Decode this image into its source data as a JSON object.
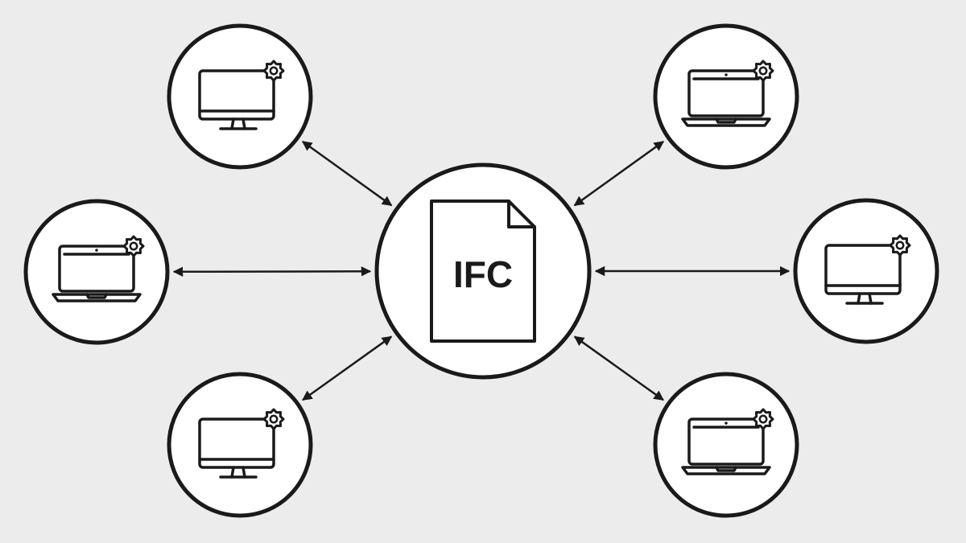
{
  "colors": {
    "background": "#ececec",
    "ink": "#1a1a1a",
    "node_fill": "#ffffff"
  },
  "hub": {
    "icon": "document-icon",
    "label": "IFC"
  },
  "clients": [
    {
      "id": "top-left",
      "icon": "desktop-monitor-icon",
      "badge": "gear-icon"
    },
    {
      "id": "middle-left",
      "icon": "laptop-icon",
      "badge": "gear-icon"
    },
    {
      "id": "bottom-left",
      "icon": "desktop-monitor-icon",
      "badge": "gear-icon"
    },
    {
      "id": "top-right",
      "icon": "laptop-icon",
      "badge": "gear-icon"
    },
    {
      "id": "middle-right",
      "icon": "desktop-monitor-icon",
      "badge": "gear-icon"
    },
    {
      "id": "bottom-right",
      "icon": "laptop-icon",
      "badge": "gear-icon"
    }
  ],
  "connections": [
    {
      "from": "top-left",
      "to": "hub",
      "direction": "bidirectional"
    },
    {
      "from": "middle-left",
      "to": "hub",
      "direction": "bidirectional"
    },
    {
      "from": "bottom-left",
      "to": "hub",
      "direction": "bidirectional"
    },
    {
      "from": "top-right",
      "to": "hub",
      "direction": "bidirectional"
    },
    {
      "from": "middle-right",
      "to": "hub",
      "direction": "bidirectional"
    },
    {
      "from": "bottom-right",
      "to": "hub",
      "direction": "bidirectional"
    }
  ]
}
